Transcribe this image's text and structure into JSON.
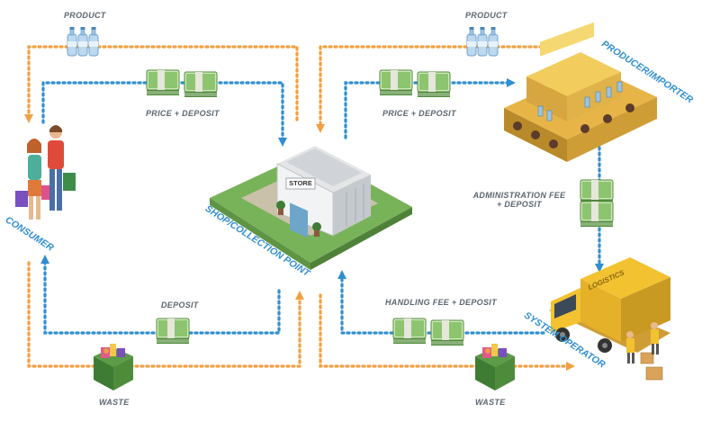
{
  "colors": {
    "product_flow": "#f0a043",
    "money_flow": "#2f8fd0",
    "node_label": "#2f8fd0",
    "flow_label": "#5b6670",
    "money": "#6fa85a",
    "grass": "#78b35a",
    "truck": "#f2c230"
  },
  "labels": {
    "product_left": "PRODUCT",
    "product_right": "PRODUCT",
    "price_deposit_left": "PRICE + DEPOSIT",
    "price_deposit_right": "PRICE + DEPOSIT",
    "admin_fee_line1": "ADMINISTRATION FEE",
    "admin_fee_line2": "+ DEPOSIT",
    "deposit": "DEPOSIT",
    "handling_fee": "HANDLING FEE + DEPOSIT",
    "waste_left": "WASTE",
    "waste_right": "WASTE"
  },
  "nodes": {
    "consumer": "CONSUMER",
    "shop": "SHOP/COLLECTION POINT",
    "producer": "PRODUCER/IMPORTER",
    "operator": "SYSTEM OPERATOR"
  },
  "signs": {
    "store": "STORE",
    "logistics": "LOGISTICS"
  },
  "icons": [
    "bottles-icon",
    "money-stack-icon",
    "store-building-icon",
    "conveyor-factory-icon",
    "delivery-truck-icon",
    "waste-bin-icon",
    "consumer-people-icon"
  ]
}
